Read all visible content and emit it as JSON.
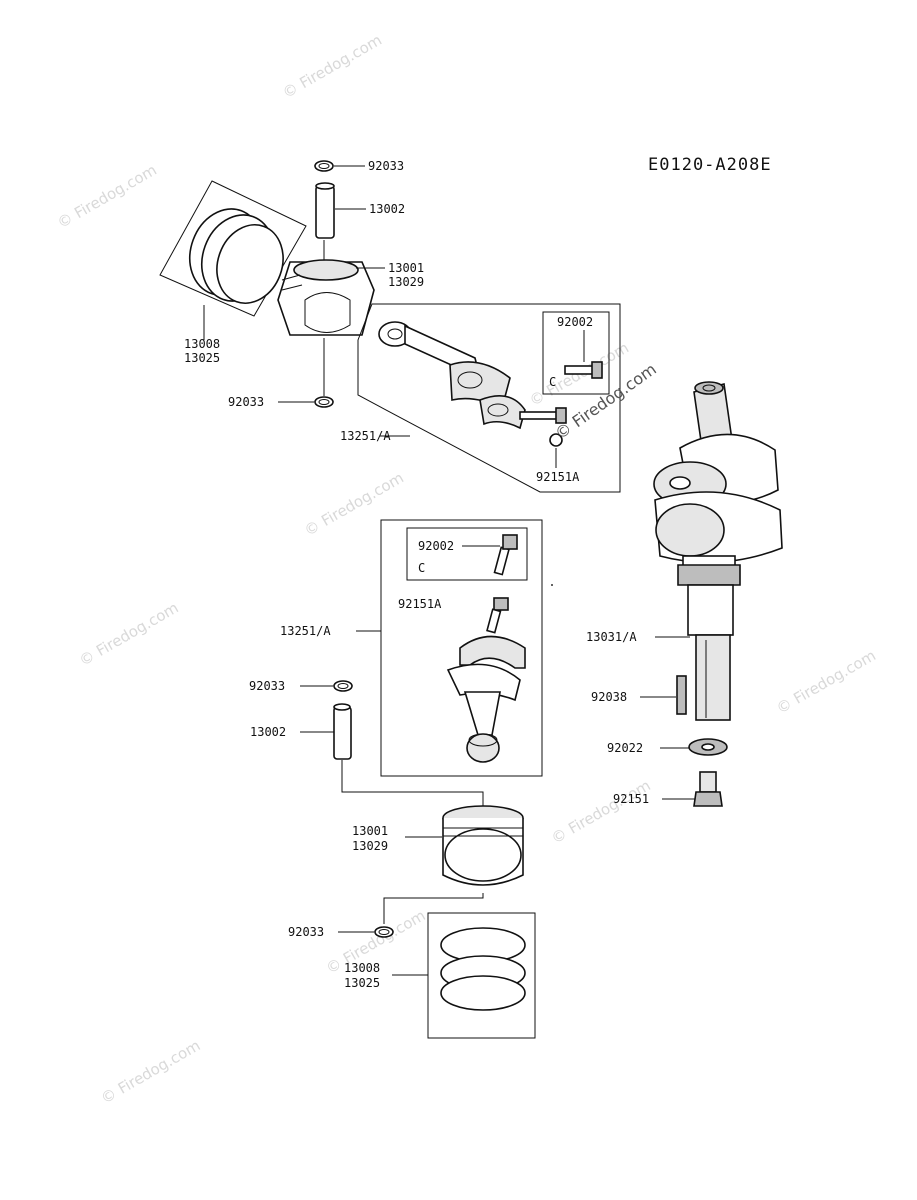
{
  "diagram_code": "E0120-A208E",
  "watermark": "© Firedog.com",
  "watermark_center": "© Firedog.com",
  "labels": {
    "p92033_top": "92033",
    "p13002_top": "13002",
    "p13001_top": "13001",
    "p13029_top": "13029",
    "p13008_top": "13008",
    "p13025_top": "13025",
    "p92033_mid": "92033",
    "p13251_top": "13251/A",
    "p92002_top": "92002",
    "c_top": "C",
    "p92151A_top": "92151A",
    "p92002_low": "92002",
    "c_low": "C",
    "p92151A_low": "92151A",
    "p13251_low": "13251/A",
    "p92033_low": "92033",
    "p13002_low": "13002",
    "p13001_low": "13001",
    "p13029_low": "13029",
    "p92033_bottom": "92033",
    "p13008_low": "13008",
    "p13025_low": "13025",
    "p13031": "13031/A",
    "p92038": "92038",
    "p92022": "92022",
    "p92151": "92151"
  }
}
